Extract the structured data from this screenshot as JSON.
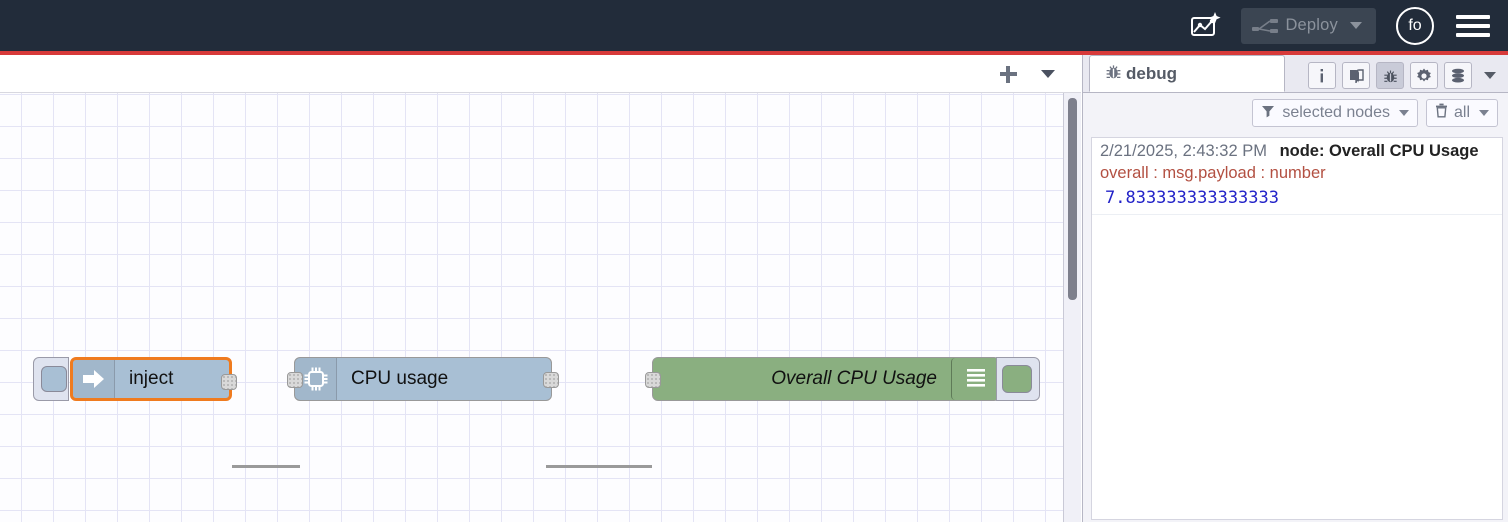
{
  "header": {
    "ai_flow_icon": "ai-flow-generate-icon",
    "deploy": {
      "label": "Deploy",
      "icon": "deploy-icon",
      "caret_icon": "chevron-down-icon",
      "disabled": true
    },
    "user": {
      "initials": "fo",
      "name": "user-avatar"
    },
    "menu_icon": "hamburger-menu-icon",
    "bg_color": "#222c3a",
    "accent_line_color": "#d73a3a"
  },
  "tabbar": {
    "add_icon": "plus-icon",
    "menu_icon": "chevron-down-icon"
  },
  "canvas": {
    "grid_size": "32",
    "scrollbar": "vertical-scrollbar",
    "nodes": [
      {
        "id": "inject",
        "label": "inject",
        "icon": "inject-arrow-icon",
        "type": "inject",
        "color": "#a8bfd4",
        "selected": true,
        "has_button_tab": true,
        "button_side": "left"
      },
      {
        "id": "cpu-usage",
        "label": "CPU usage",
        "icon": "cpu-chip-icon",
        "type": "cpu",
        "color": "#a8bfd4",
        "selected": false,
        "has_button_tab": false
      },
      {
        "id": "overall-cpu-usage",
        "label": "Overall CPU Usage",
        "icon": "debug-lines-icon",
        "type": "debug",
        "color": "#8aaf80",
        "selected": false,
        "has_button_tab": true,
        "button_side": "right"
      }
    ]
  },
  "sidebar": {
    "tab": {
      "label": "debug",
      "icon": "bug-icon"
    },
    "icons": [
      {
        "name": "info-icon",
        "glyph": "i",
        "active": false
      },
      {
        "name": "library-book-icon",
        "glyph": "book",
        "active": false
      },
      {
        "name": "debug-bug-icon",
        "glyph": "bug",
        "active": true
      },
      {
        "name": "config-gear-icon",
        "glyph": "gear",
        "active": false
      },
      {
        "name": "context-data-icon",
        "glyph": "database",
        "active": false
      }
    ],
    "icons_caret": "chevron-down-icon",
    "toolbar": {
      "filter": {
        "label": "selected nodes",
        "icon": "filter-funnel-icon",
        "caret": "chevron-down-icon"
      },
      "clear": {
        "label": "all",
        "icon": "trash-icon",
        "caret": "chevron-down-icon"
      }
    },
    "messages": [
      {
        "timestamp": "2/21/2025, 2:43:32 PM",
        "node": "node: Overall CPU Usage",
        "topic": "overall : msg.payload : number",
        "value": "7.833333333333333"
      }
    ]
  }
}
